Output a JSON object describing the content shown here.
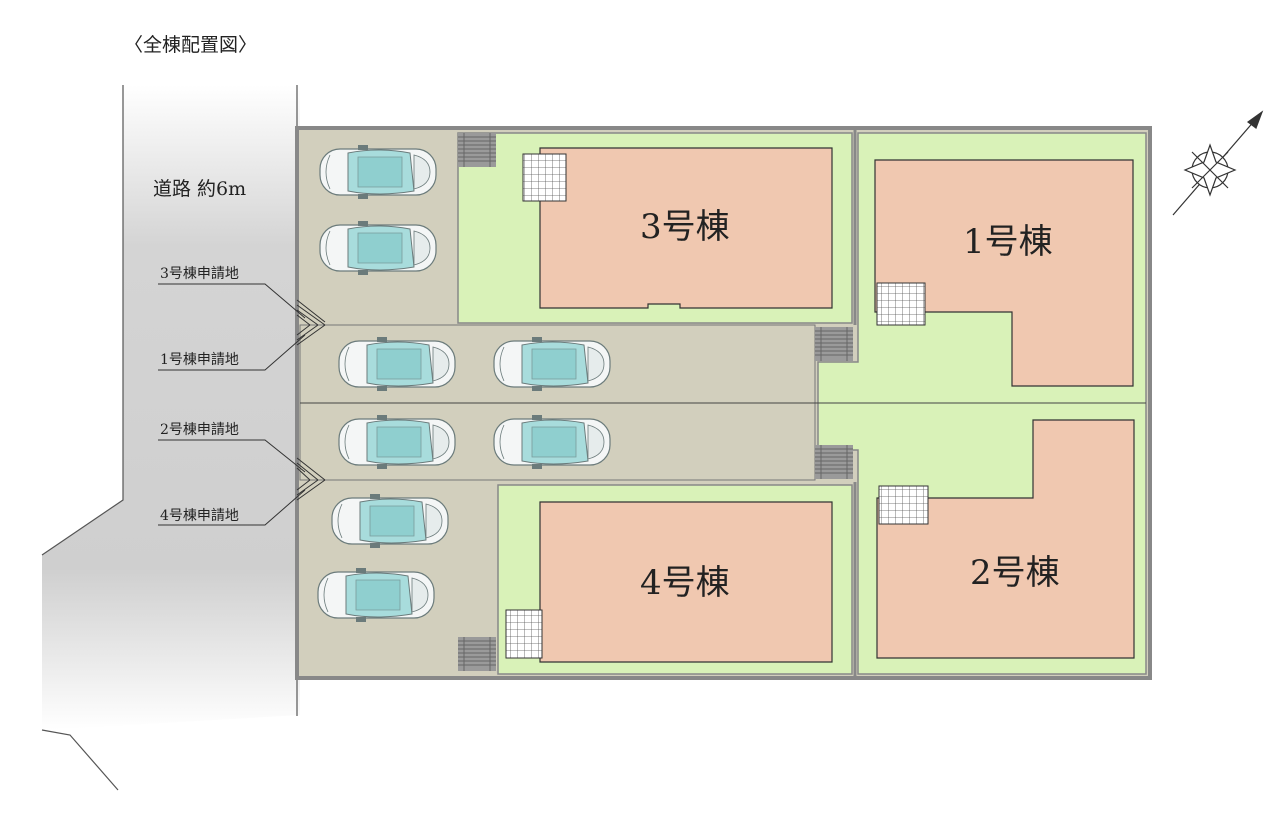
{
  "title": "〈全棟配置図〉",
  "road": {
    "label": "道路 約6m"
  },
  "buildings": [
    {
      "label": "3号棟"
    },
    {
      "label": "1号棟"
    },
    {
      "label": "4号棟"
    },
    {
      "label": "2号棟"
    }
  ],
  "applications": [
    {
      "label": "3号棟申請地"
    },
    {
      "label": "1号棟申請地"
    },
    {
      "label": "2号棟申請地"
    },
    {
      "label": "4号棟申請地"
    }
  ],
  "colors": {
    "lawn": "#d9f2b8",
    "house": "#f0c8b0",
    "parking": "#d2cfbd",
    "road": "#c8c8c8",
    "car": "#9fd8d8"
  }
}
